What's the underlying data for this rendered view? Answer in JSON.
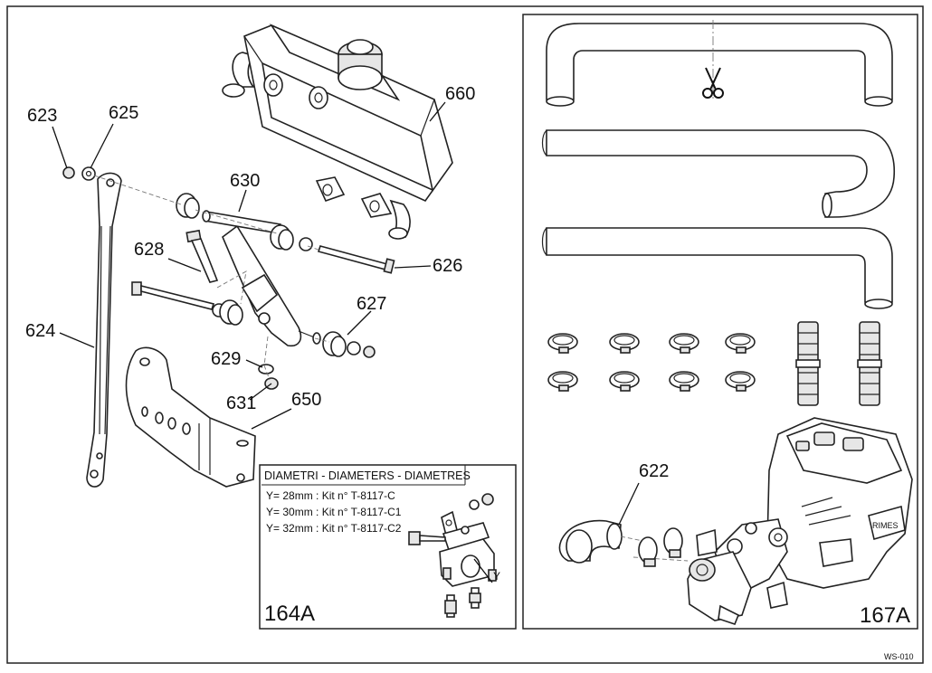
{
  "callouts": {
    "p623": "623",
    "p625": "625",
    "p630": "630",
    "p660": "660",
    "p628": "628",
    "p626": "626",
    "p624": "624",
    "p627": "627",
    "p629": "629",
    "p631": "631",
    "p650": "650",
    "p622": "622"
  },
  "kit164": {
    "title": "DIAMETRI - DIAMETERS - DIAMETRES",
    "rows": [
      "Y= 28mm : Kit n° T-8117-C",
      "Y= 30mm : Kit n° T-8117-C1",
      "Y= 32mm : Kit n° T-8117-C2"
    ],
    "y_label": "Y",
    "label": "164A"
  },
  "kit167": {
    "label": "167A",
    "engine_logo": "RIMES"
  },
  "footer": {
    "code": "WS-010"
  },
  "icons": {
    "cut": "scissors-icon"
  }
}
